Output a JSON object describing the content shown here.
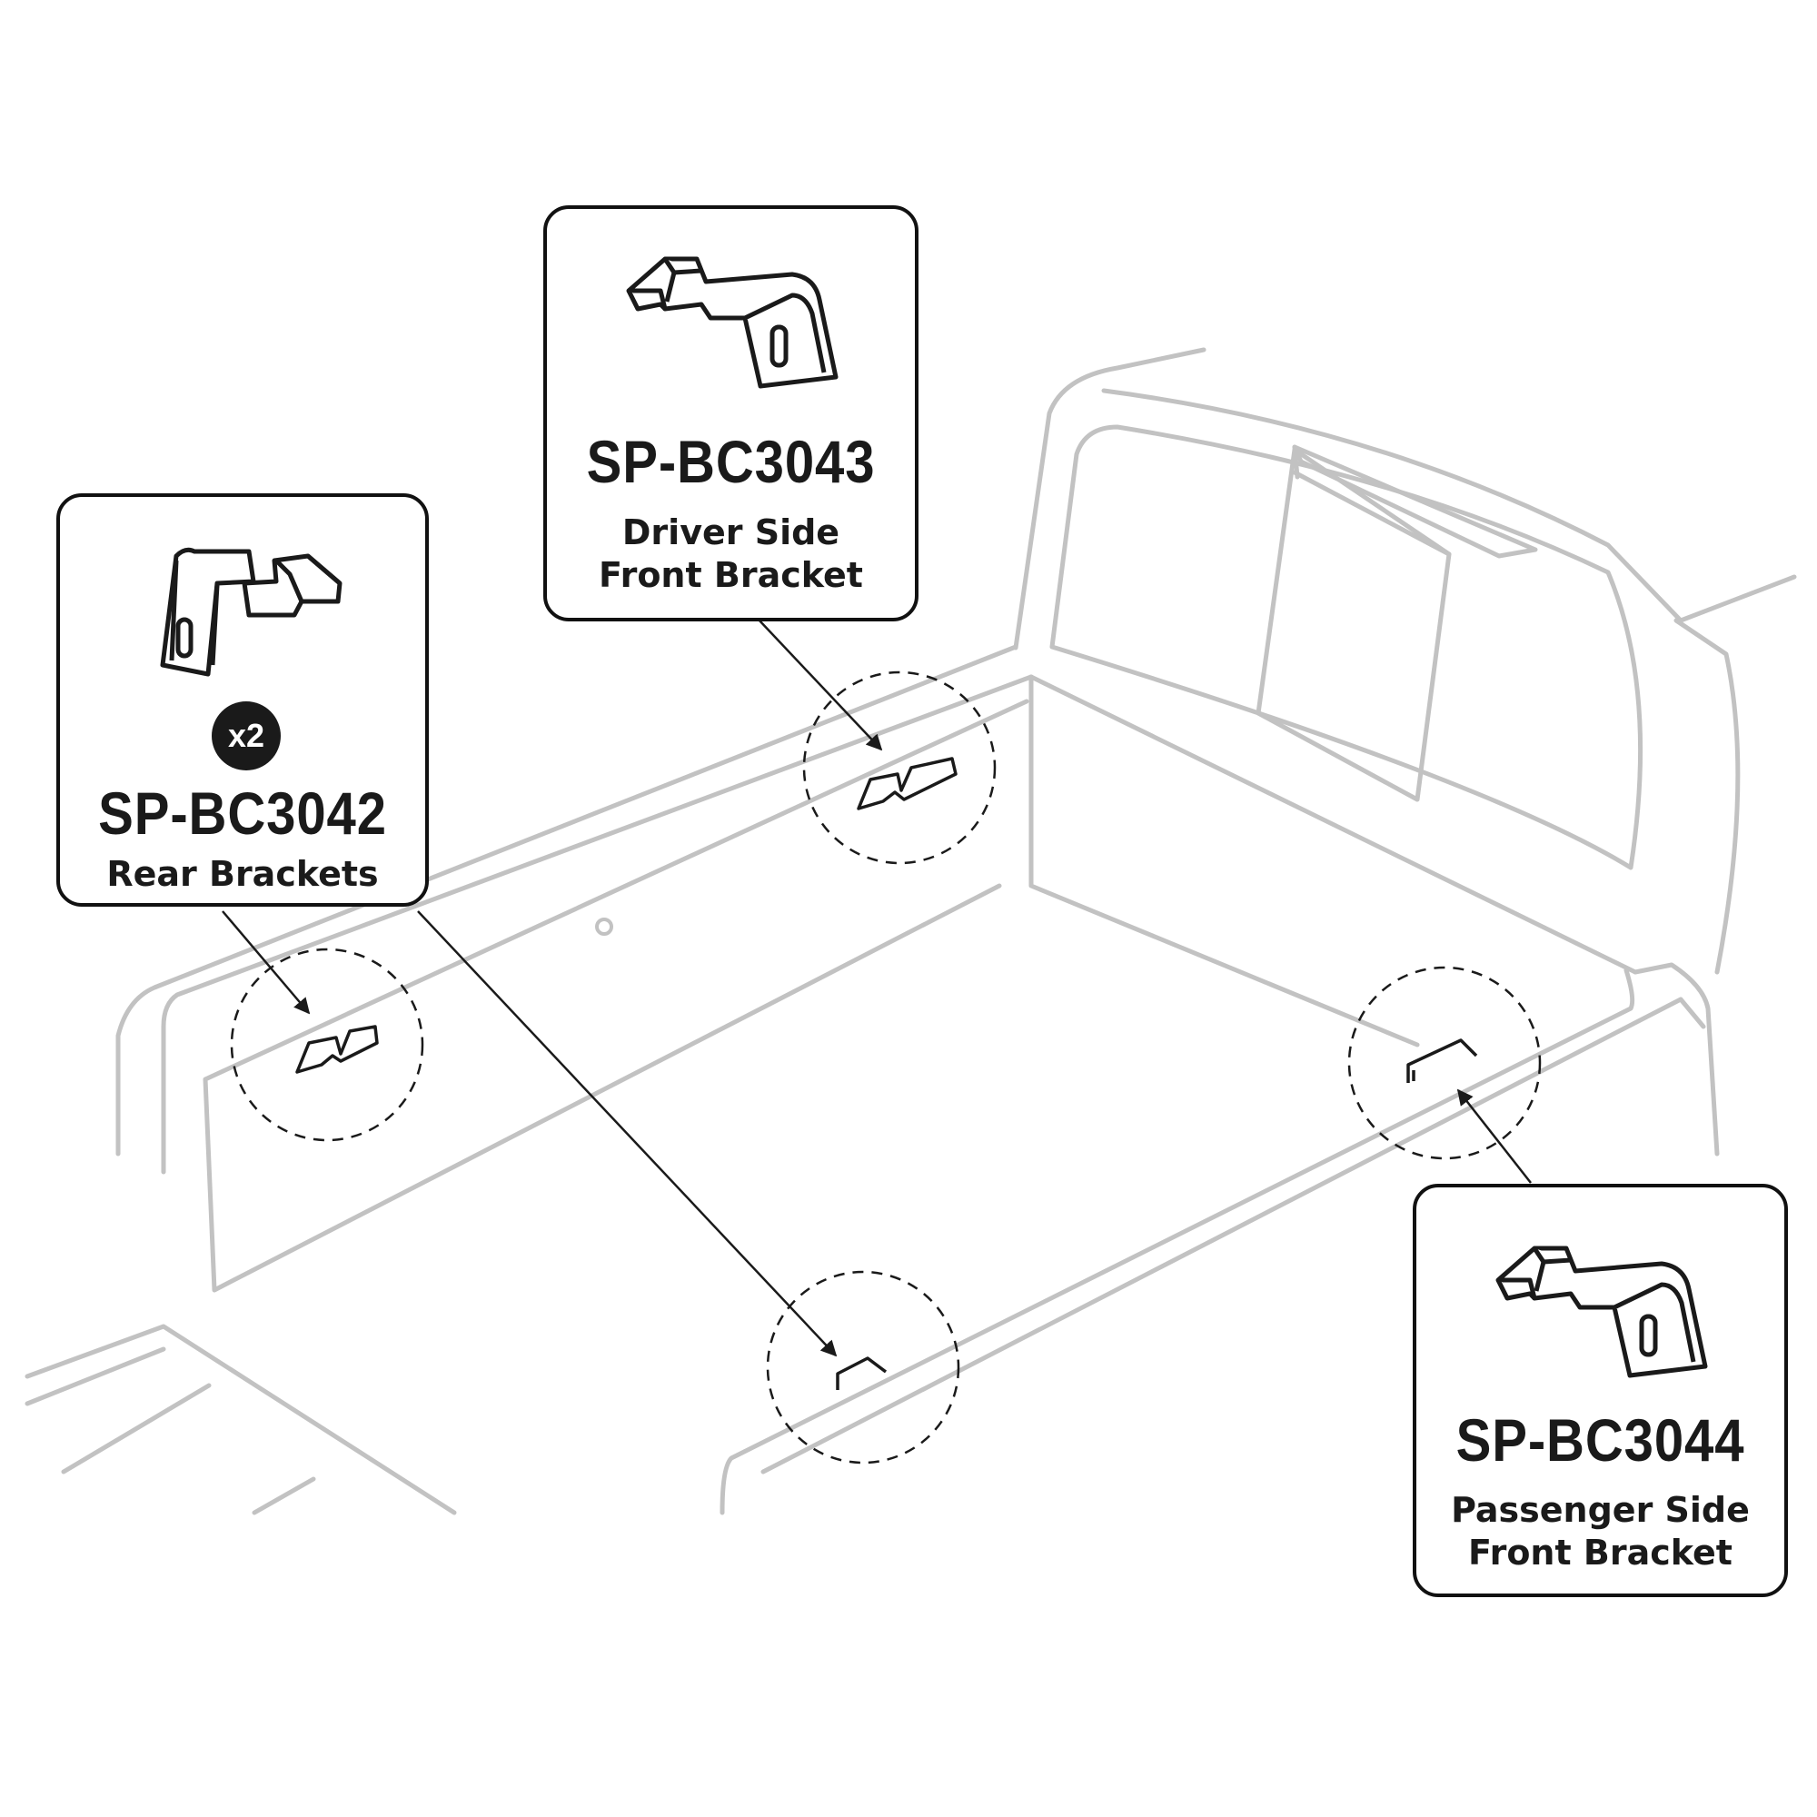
{
  "colors": {
    "truck_line": "#c2c2c2",
    "ink": "#1a1a1a",
    "badge_bg": "#1a1a1a",
    "badge_text": "#ffffff"
  },
  "callouts": {
    "rear": {
      "quantity_label": "x2",
      "part_number": "SP-BC3042",
      "description_lines": [
        "Rear Brackets"
      ]
    },
    "driver": {
      "part_number": "SP-BC3043",
      "description_lines": [
        "Driver Side",
        "Front Bracket"
      ]
    },
    "passenger": {
      "part_number": "SP-BC3044",
      "description_lines": [
        "Passenger Side",
        "Front Bracket"
      ]
    }
  }
}
